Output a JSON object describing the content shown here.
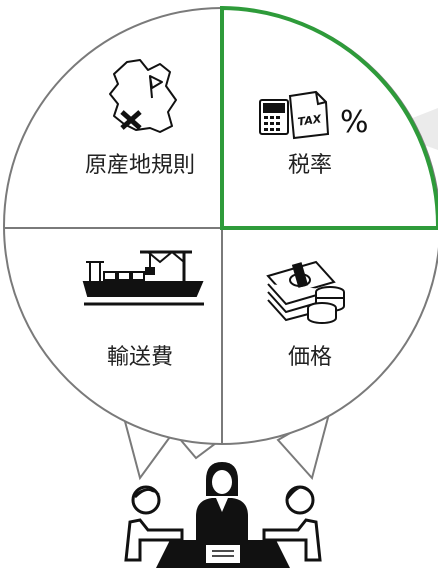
{
  "quadrants": {
    "top_left": {
      "label": "原産地規則",
      "icon": "germany-map-pin-icon",
      "highlighted": false
    },
    "top_right": {
      "label": "税率",
      "icon": "tax-calculator-percent-icon",
      "highlighted": true
    },
    "bottom_left": {
      "label": "輸送費",
      "icon": "cargo-ship-crane-icon",
      "highlighted": false
    },
    "bottom_right": {
      "label": "価格",
      "icon": "money-coins-icon",
      "highlighted": false
    }
  },
  "tax_icon_text": "TAX",
  "percent_symbol": "%",
  "colors": {
    "outline": "#7a7a7a",
    "highlight": "#2e9b3a",
    "ink": "#111111",
    "text": "#222222",
    "speech_ray": "#e8e8e8"
  },
  "people": [
    "person-left-icon",
    "person-center-woman-icon",
    "person-right-icon"
  ]
}
